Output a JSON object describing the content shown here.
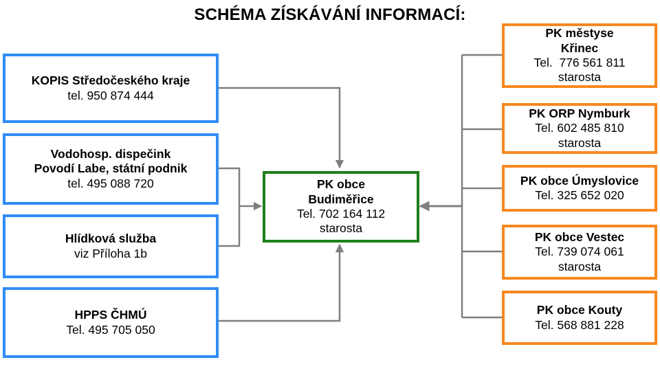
{
  "title": "SCHÉMA ZÍSKÁVÁNÍ INFORMACÍ:",
  "left": [
    {
      "name": "KOPIS Středočeského kraje",
      "detail": "tel. 950 874 444"
    },
    {
      "name1": "Vodohosp. dispečink",
      "name2": "Povodí Labe, státní podnik",
      "detail": "tel. 495 088 720"
    },
    {
      "name": "Hlídková služba",
      "detail": "viz Příloha 1b"
    },
    {
      "name": "HPPS ČHMÚ",
      "detail": "Tel. 495 705 050"
    }
  ],
  "center": {
    "name1": "PK obce",
    "name2": "Budiměřice",
    "phone": "Tel. 702 164 112",
    "role": "starosta"
  },
  "right": [
    {
      "name1": "PK městyse",
      "name2": "Křinec",
      "phone": "Tel.  776 561 811",
      "role": "starosta"
    },
    {
      "name": "PK ORP Nymburk",
      "phone": "Tel. 602 485 810",
      "role": "starosta"
    },
    {
      "name": "PK obce Úmyslovice",
      "phone": "Tel. 325 652 020"
    },
    {
      "name": "PK obce Vestec",
      "phone": "Tel. 739 074 061",
      "role": "starosta"
    },
    {
      "name": "PK obce Kouty",
      "phone": "Tel. 568 881 228"
    }
  ],
  "colors": {
    "left_border": "#2f8df5",
    "center_border": "#1e7f1a",
    "right_border": "#f7881f",
    "connector": "#7f7f7f"
  }
}
